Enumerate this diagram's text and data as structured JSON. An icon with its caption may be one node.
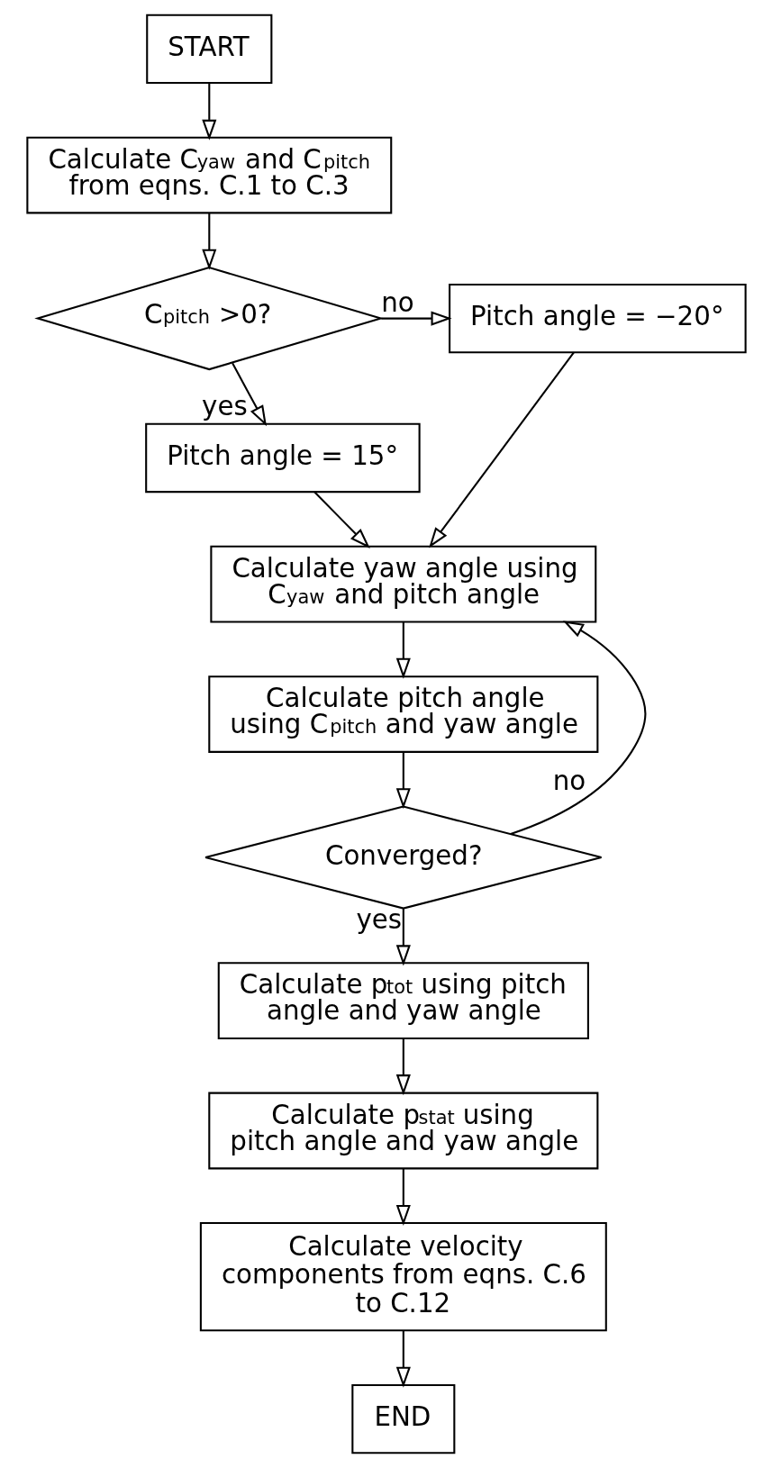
{
  "diagram": {
    "nodes": [
      {
        "text": [
          "START"
        ]
      },
      {
        "text": [
          "Calculate C$_{yaw}$ and C$_{pitch}$ from eqns. C.1 to C.3"
        ]
      },
      {
        "text": [
          "C$_{pitch}$ >0?"
        ]
      },
      {
        "text": [
          "Pitch angle = −20°"
        ]
      },
      {
        "text": [
          "Pitch angle = 15°"
        ]
      },
      {
        "text": [
          "Calculate yaw angle using C$_{yaw}$ and pitch angle"
        ]
      },
      {
        "text": [
          "Calculate pitch angle using C$_{pitch}$ and yaw angle"
        ]
      },
      {
        "text": [
          "Converged?"
        ]
      },
      {
        "text": [
          "Calculate p$_{tot}$ using pitch angle and yaw angle"
        ]
      },
      {
        "text": [
          "Calculate p$_{stat}$ using pitch angle and yaw angle"
        ]
      },
      {
        "text": [
          "Calculate velocity components from eqns. C.6 to C.12"
        ]
      },
      {
        "text": [
          "END"
        ]
      }
    ],
    "edges": [
      {
        "from": 0,
        "to": 1,
        "arrow": "to"
      },
      {
        "from": 1,
        "to": 2,
        "arrow": "to"
      },
      {
        "from": 2,
        "to": 3,
        "arrow": "to",
        "label": "no"
      },
      {
        "from": 2,
        "to": 4,
        "arrow": "to",
        "label": "yes"
      },
      {
        "from": 3,
        "to": 5,
        "arrow": "to"
      },
      {
        "from": 4,
        "to": 5,
        "arrow": "to"
      },
      {
        "from": 5,
        "to": 6,
        "arrow": "to"
      },
      {
        "from": 6,
        "to": 7,
        "arrow": "to"
      },
      {
        "from": 7,
        "to": 5,
        "arrow": "to",
        "label": "no"
      },
      {
        "from": 7,
        "to": 8,
        "arrow": "to",
        "label": "yes"
      },
      {
        "from": 8,
        "to": 9,
        "arrow": "to"
      },
      {
        "from": 9,
        "to": 10,
        "arrow": "to"
      },
      {
        "from": 10,
        "to": 11,
        "arrow": "to"
      }
    ]
  }
}
